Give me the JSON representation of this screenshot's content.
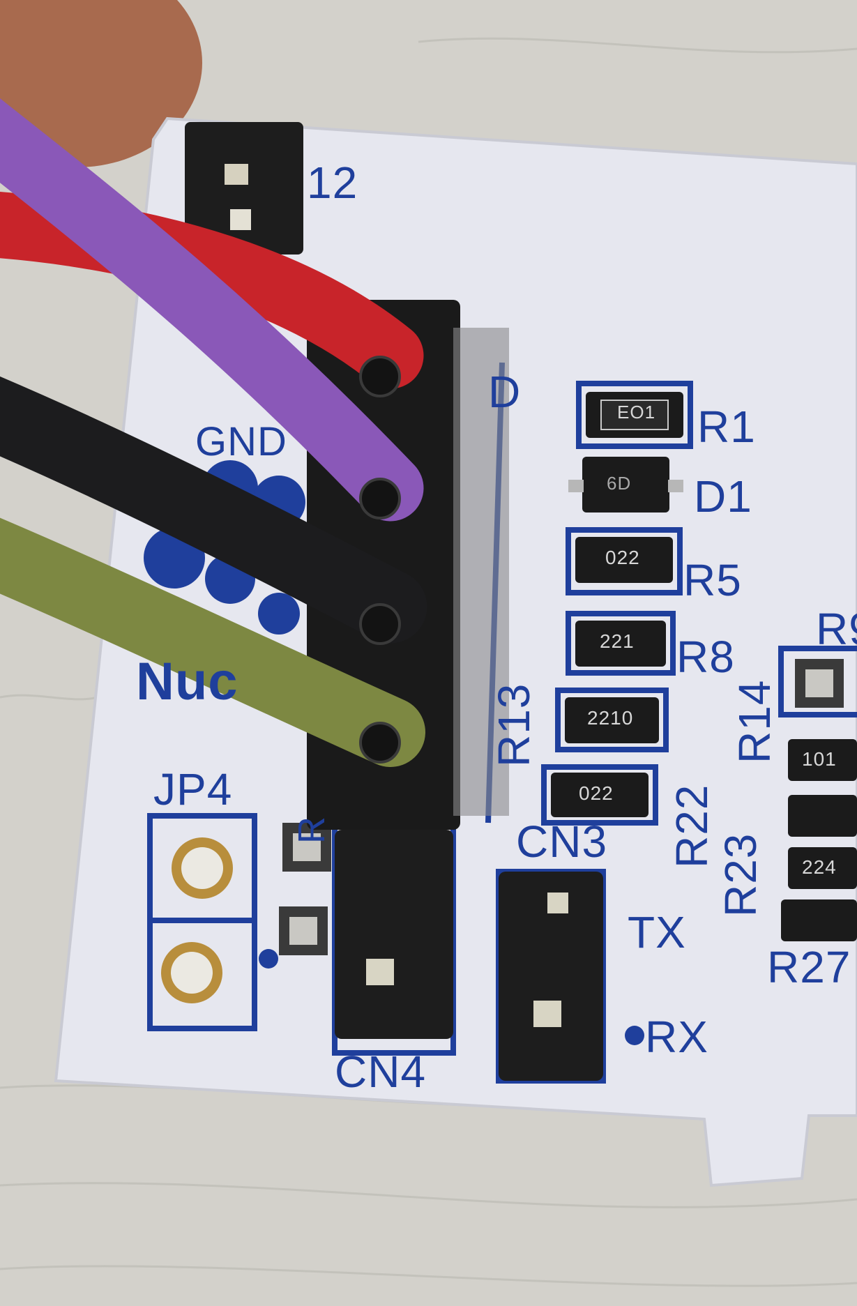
{
  "silkscreen": {
    "jp_top": "12",
    "gnd": "GND",
    "top_right_fragment": "D",
    "brand_fragment": "Nuc",
    "jp4": "JP4",
    "r1": "R1",
    "d1": "D1",
    "r5": "R5",
    "r8": "R8",
    "r9_fragment": "R9",
    "r13": "R13",
    "r14": "R14",
    "r22": "R22",
    "r23": "R23",
    "r27_fragment": "R27",
    "cn3": "CN3",
    "cn4": "CN4",
    "tx": "TX",
    "rx": "RX",
    "r_fragment": "R"
  },
  "parts": {
    "r1_code": "EO1",
    "d1_code": "6D",
    "r5_code": "022",
    "r8_code": "221",
    "r13_code": "2210",
    "r22_code": "022",
    "r14_code": "101",
    "r23_code": "224"
  },
  "colors": {
    "board": "#e6e7ef",
    "silkscreen": "#1f3f9c",
    "wire_purple": "#8a58b8",
    "wire_red": "#c8242a",
    "wire_black": "#1c1c1e",
    "wire_olive": "#7d8842"
  }
}
